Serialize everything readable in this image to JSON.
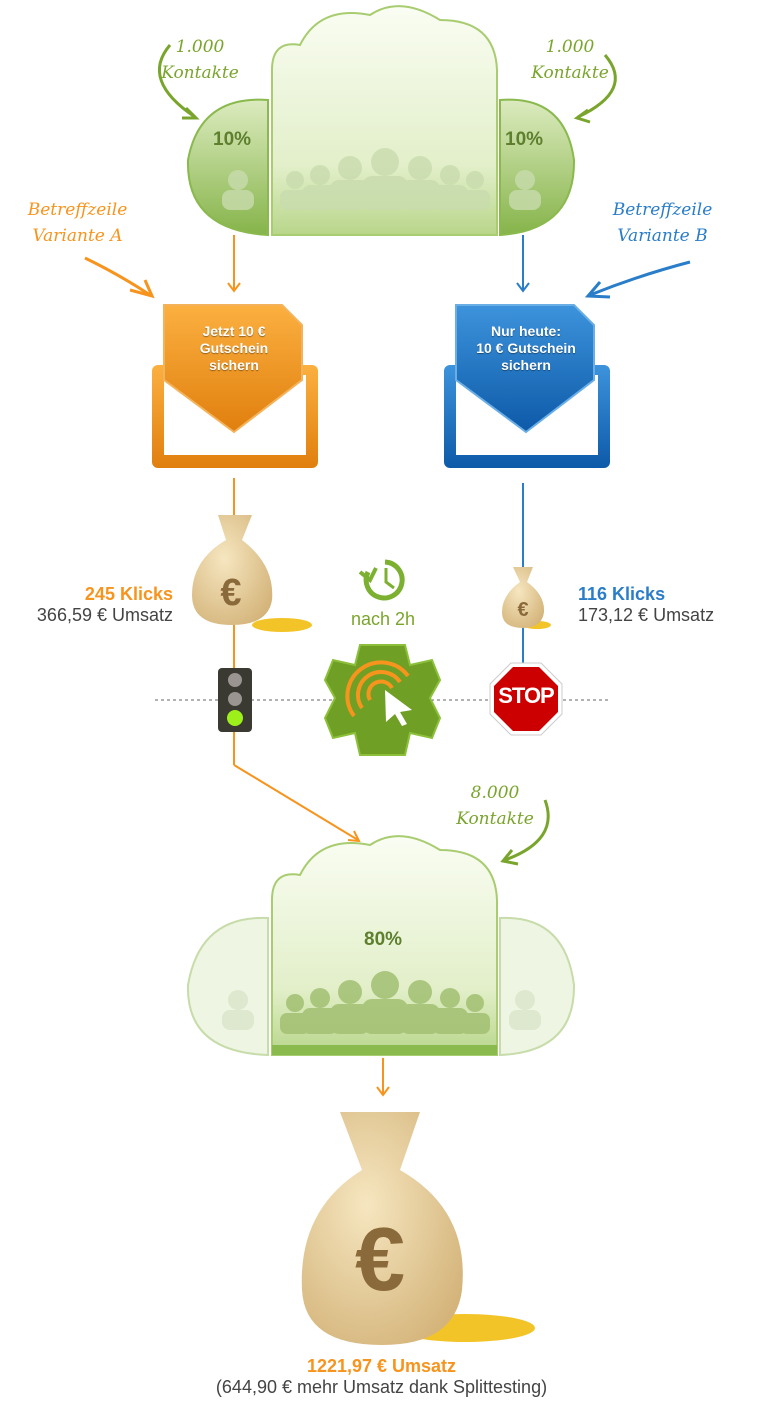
{
  "top_cloud": {
    "left_annotation": [
      "1.000",
      "Kontakte"
    ],
    "right_annotation": [
      "1.000",
      "Kontakte"
    ],
    "left_percent": "10%",
    "right_percent": "10%"
  },
  "variant_a": {
    "label": [
      "Betreffzeile",
      "Variante A"
    ],
    "subject": [
      "Jetzt 10 €",
      "Gutschein",
      "sichern"
    ],
    "clicks": "245 Klicks",
    "revenue": "366,59 € Umsatz",
    "color": "#f7941d"
  },
  "variant_b": {
    "label": [
      "Betreffzeile",
      "Variante B"
    ],
    "subject": [
      "Nur heute:",
      "10 € Gutschein",
      "sichern"
    ],
    "clicks": "116 Klicks",
    "revenue": "173,12 € Umsatz",
    "color": "#2a7dc8"
  },
  "timer": {
    "label": "nach 2h"
  },
  "stop_sign": {
    "text": "STOP"
  },
  "bottom_cloud": {
    "annotation": [
      "8.000",
      "Kontakte"
    ],
    "percent": "80%"
  },
  "result": {
    "revenue": "1221,97 € Umsatz",
    "note": "(644,90 € mehr Umsatz dank Splittesting)"
  }
}
